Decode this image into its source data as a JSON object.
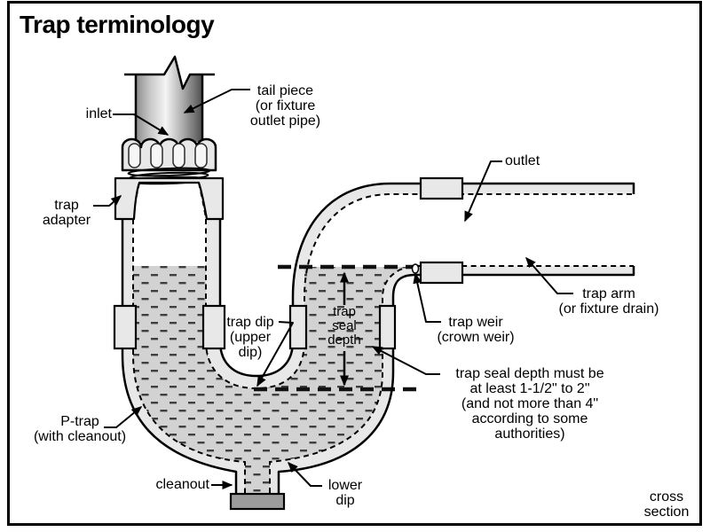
{
  "title": "Trap terminology",
  "labels": {
    "inlet": "inlet",
    "tail_piece": "tail piece\n(or fixture\noutlet pipe)",
    "trap_adapter": "trap\nadapter",
    "outlet": "outlet",
    "trap_arm": "trap arm\n(or fixture drain)",
    "trap_weir": "trap weir\n(crown weir)",
    "trap_dip": "trap dip\n(upper\ndip)",
    "trap_seal_depth": "trap\nseal\ndepth",
    "seal_note": "trap seal depth must be\nat least 1-1/2\" to 2\"\n(and not more than 4\"\naccording to some\nauthorities)",
    "p_trap": "P-trap\n(with cleanout)",
    "cleanout": "cleanout",
    "lower_dip": "lower\ndip",
    "cross_section": "cross\nsection"
  },
  "colors": {
    "outline": "#000000",
    "pipe_wall": "#e8e8e8",
    "water_base": "#d2d2d2",
    "water_dash": "#3f3f3f",
    "cleanout_cap": "#9c9c9c",
    "background": "#ffffff"
  }
}
